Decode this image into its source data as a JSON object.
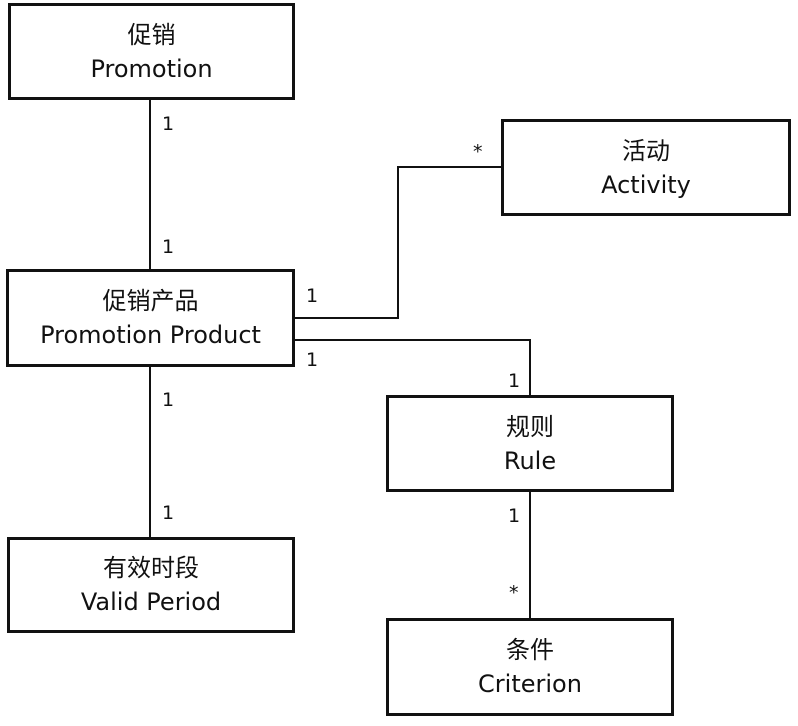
{
  "entities": {
    "promotion": {
      "zh": "促销",
      "en": "Promotion"
    },
    "activity": {
      "zh": "活动",
      "en": "Activity"
    },
    "promotion_product": {
      "zh": "促销产品",
      "en": "Promotion Product"
    },
    "rule": {
      "zh": "规则",
      "en": "Rule"
    },
    "valid_period": {
      "zh": "有效时段",
      "en": "Valid Period"
    },
    "criterion": {
      "zh": "条件",
      "en": "Criterion"
    }
  },
  "associations": {
    "promotion_to_product": {
      "source_mult": "1",
      "target_mult": "1"
    },
    "product_to_activity": {
      "source_mult": "1",
      "target_mult": "*"
    },
    "product_to_rule": {
      "source_mult": "1",
      "target_mult": "1"
    },
    "product_to_period": {
      "source_mult": "1",
      "target_mult": "1"
    },
    "rule_to_criterion": {
      "source_mult": "1",
      "target_mult": "*"
    }
  }
}
